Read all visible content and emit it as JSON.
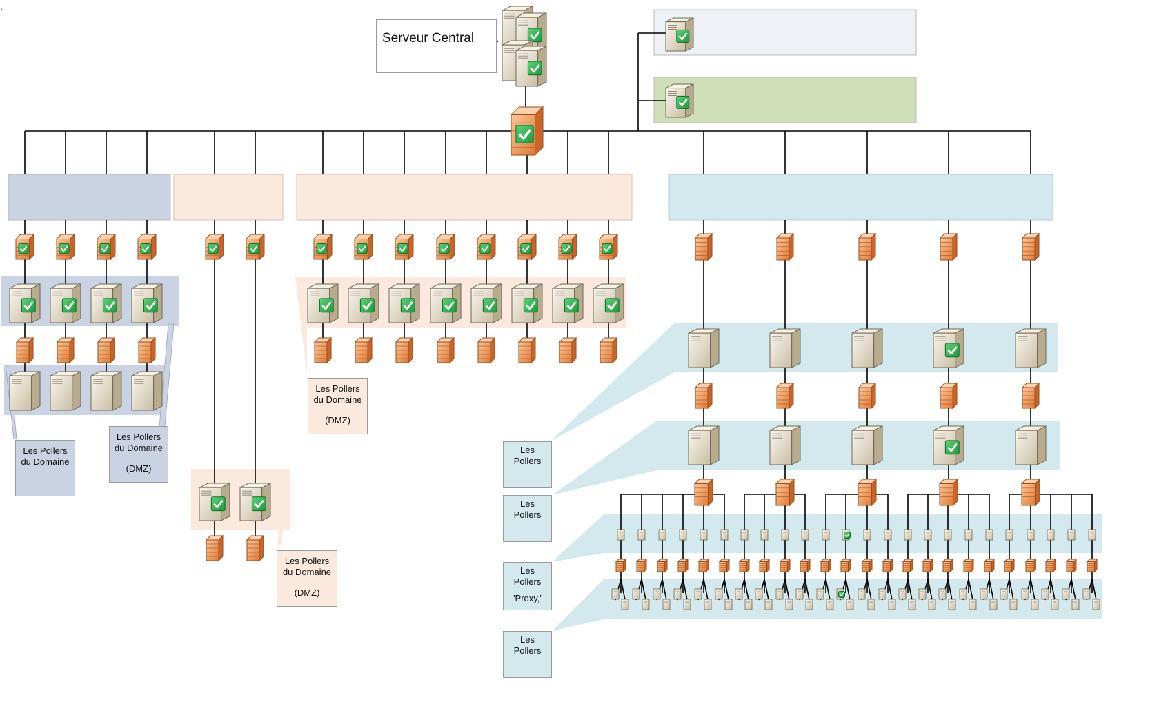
{
  "central": {
    "title": "Serveur Central"
  },
  "labels": {
    "pollers_domaine": [
      "Les Pollers",
      "du Domaine"
    ],
    "dmz": "(DMZ)",
    "pollers": [
      "Les",
      "Pollers"
    ],
    "proxy": "'Proxy,'"
  },
  "colors": {
    "blue_group": "#c9d3e3",
    "peach_group": "#fbe9dd",
    "cyan_group": "#d3e9ee",
    "top_gray": "#eef1f5",
    "top_green": "#cfdfb8",
    "line": "#000000",
    "check_green": "#26b34a",
    "firewall_orange": "#f0a060",
    "server_beige": "#ece3cf"
  },
  "icons": [
    "server-icon",
    "server-check-icon",
    "firewall-icon",
    "firewall-check-icon",
    "mini-server-icon"
  ]
}
